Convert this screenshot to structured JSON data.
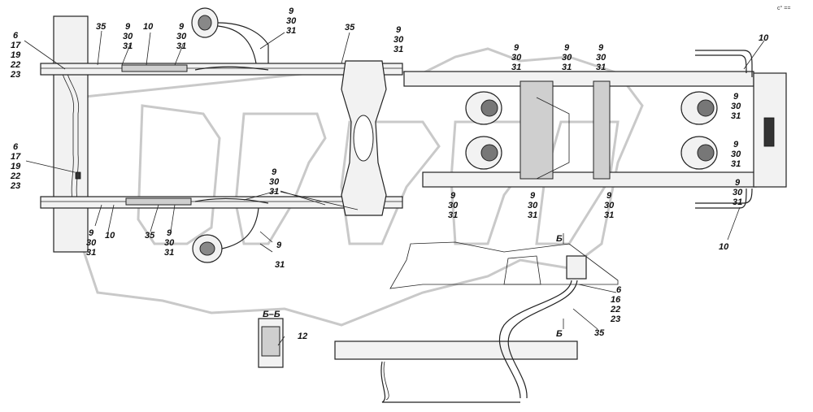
{
  "section_label": "Б–Б",
  "view_marker": "Б",
  "corner_mark": "c° ==",
  "callouts": [
    {
      "id": "c1",
      "lines": [
        "6",
        "17",
        "19",
        "22",
        "23"
      ]
    },
    {
      "id": "c2",
      "lines": [
        "6",
        "17",
        "19",
        "22",
        "23"
      ]
    },
    {
      "id": "c3",
      "lines": [
        "35"
      ]
    },
    {
      "id": "c4",
      "lines": [
        "9",
        "30",
        "31"
      ]
    },
    {
      "id": "c5",
      "lines": [
        "10"
      ]
    },
    {
      "id": "c6",
      "lines": [
        "9",
        "30",
        "31"
      ]
    },
    {
      "id": "c7",
      "lines": [
        "9",
        "30",
        "31"
      ]
    },
    {
      "id": "c8",
      "lines": [
        "35"
      ]
    },
    {
      "id": "c9",
      "lines": [
        "9",
        "30",
        "31"
      ]
    },
    {
      "id": "c10",
      "lines": [
        "9",
        "30",
        "31"
      ]
    },
    {
      "id": "c11",
      "lines": [
        "9",
        "30",
        "31"
      ]
    },
    {
      "id": "c12",
      "lines": [
        "9",
        "30",
        "31"
      ]
    },
    {
      "id": "c13",
      "lines": [
        "10"
      ]
    },
    {
      "id": "c14",
      "lines": [
        "9",
        "30",
        "31"
      ]
    },
    {
      "id": "c15",
      "lines": [
        "9",
        "30",
        "31"
      ]
    },
    {
      "id": "c16",
      "lines": [
        "9",
        "30",
        "31"
      ]
    },
    {
      "id": "c17",
      "lines": [
        "10"
      ]
    },
    {
      "id": "c18",
      "lines": [
        "35"
      ]
    },
    {
      "id": "c19",
      "lines": [
        "9",
        "30",
        "31"
      ]
    },
    {
      "id": "c20",
      "lines": [
        "9",
        "31"
      ]
    },
    {
      "id": "c21",
      "lines": [
        "9",
        "30",
        "31"
      ]
    },
    {
      "id": "c22",
      "lines": [
        "9",
        "30",
        "31"
      ]
    },
    {
      "id": "c23",
      "lines": [
        "9",
        "30",
        "31"
      ]
    },
    {
      "id": "c24",
      "lines": [
        "9",
        "30",
        "31"
      ]
    },
    {
      "id": "c25",
      "lines": [
        "10"
      ]
    },
    {
      "id": "c26",
      "lines": [
        "12"
      ]
    },
    {
      "id": "c27",
      "lines": [
        "6",
        "16",
        "22",
        "23"
      ]
    },
    {
      "id": "c28",
      "lines": [
        "35"
      ]
    },
    {
      "id": "c29",
      "lines": [
        "9",
        "30",
        "31"
      ]
    }
  ]
}
